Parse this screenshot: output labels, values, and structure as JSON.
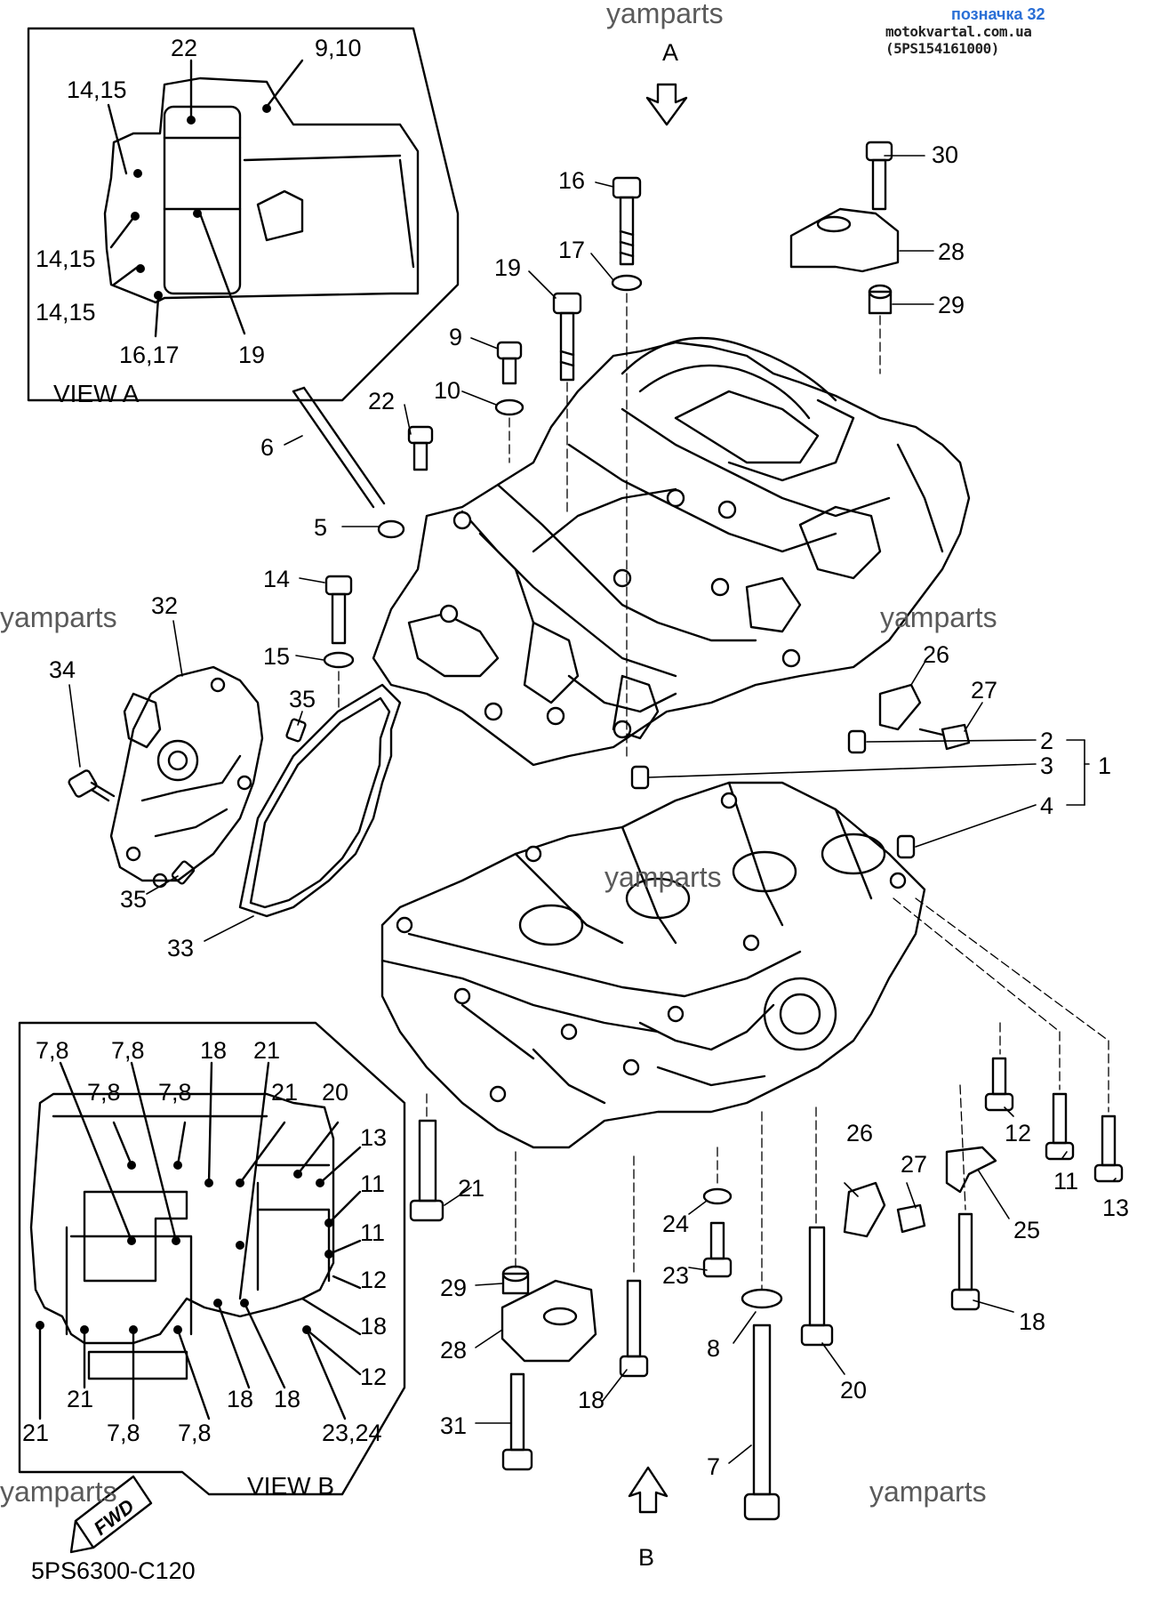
{
  "header": {
    "reference_label": "позначка 32",
    "source_text": "motokvartal.com.ua (5PS154161000)"
  },
  "watermarks": [
    "yamparts",
    "yamparts",
    "yamparts",
    "yamparts",
    "yamparts",
    "yamparts"
  ],
  "view_a": {
    "title": "VIEW A",
    "callouts": [
      "22",
      "9,10",
      "14,15",
      "14,15",
      "14,15",
      "16,17",
      "19"
    ]
  },
  "view_b": {
    "title": "VIEW B",
    "callouts": [
      "7,8",
      "7,8",
      "18",
      "21",
      "7,8",
      "7,8",
      "21",
      "20",
      "13",
      "11",
      "11",
      "12",
      "18",
      "12",
      "21",
      "7,8",
      "7,8",
      "18",
      "18",
      "23,24",
      "21"
    ]
  },
  "arrows": {
    "a": "A",
    "b": "B",
    "fwd": "FWD"
  },
  "callouts": [
    "30",
    "28",
    "29",
    "16",
    "17",
    "19",
    "9",
    "10",
    "22",
    "6",
    "5",
    "14",
    "15",
    "32",
    "34",
    "35",
    "35",
    "33",
    "26",
    "27",
    "2",
    "3",
    "1",
    "4",
    "12",
    "11",
    "13",
    "26",
    "27",
    "25",
    "18",
    "21",
    "24",
    "23",
    "29",
    "28",
    "18",
    "8",
    "20",
    "31",
    "7"
  ],
  "diagram_code": "5PS6300-C120",
  "colors": {
    "link": "#2a6fd6",
    "line": "#000000",
    "watermark": "#5a5a5a"
  }
}
